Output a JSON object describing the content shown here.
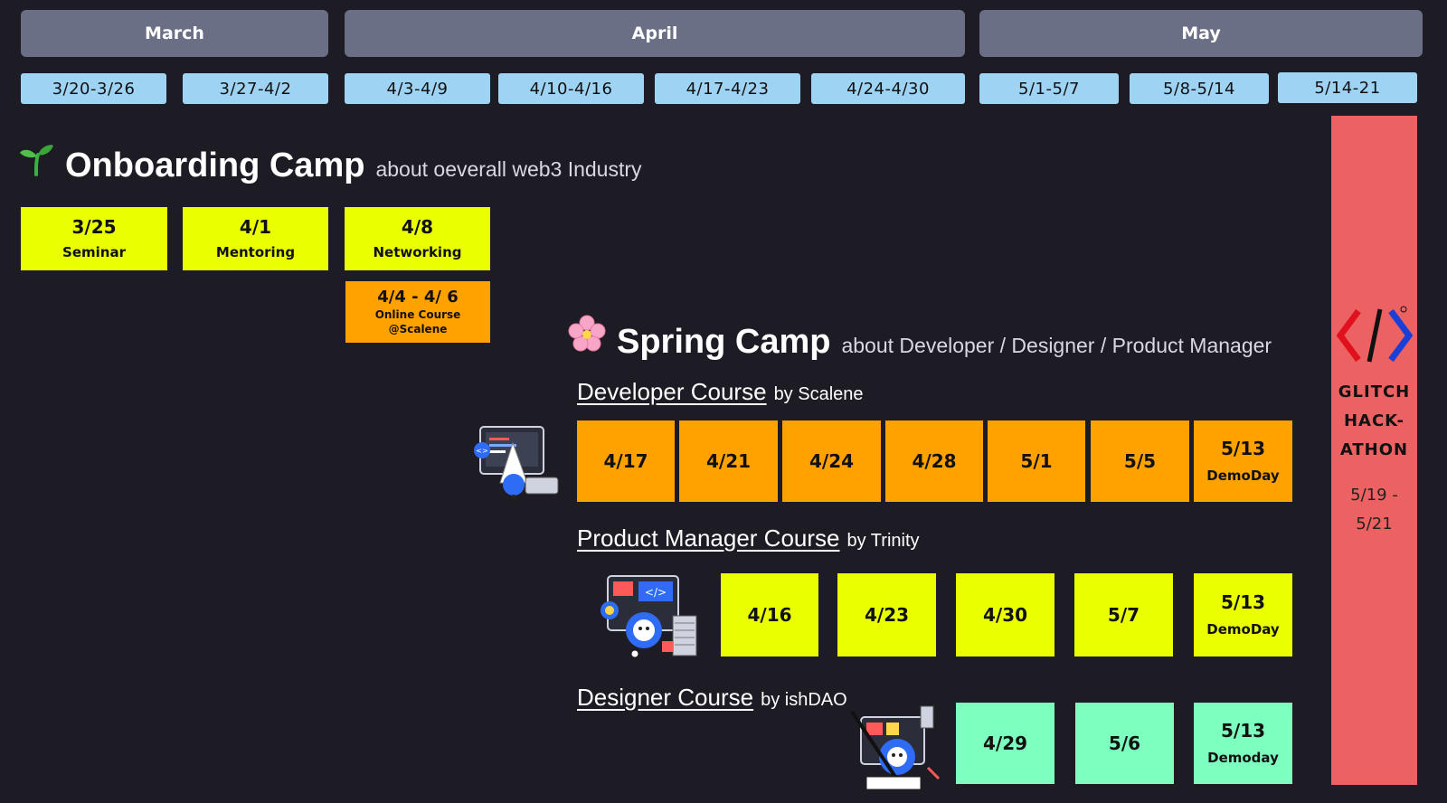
{
  "months": [
    {
      "label": "March"
    },
    {
      "label": "April"
    },
    {
      "label": "May"
    }
  ],
  "weeks": [
    "3/20-3/26",
    "3/27-4/2",
    "4/3-4/9",
    "4/10-4/16",
    "4/17-4/23",
    "4/24-4/30",
    "5/1-5/7",
    "5/8-5/14",
    "5/14-21"
  ],
  "onboarding": {
    "icon": "seedling-icon",
    "title": "Onboarding Camp",
    "subtitle": "about oeverall web3 Industry",
    "events": [
      {
        "date": "3/25",
        "label": "Seminar"
      },
      {
        "date": "4/1",
        "label": "Mentoring"
      },
      {
        "date": "4/8",
        "label": "Networking"
      }
    ],
    "online_course": {
      "date": "4/4 - 4/ 6",
      "line1": "Online Course",
      "line2": "@Scalene"
    }
  },
  "spring": {
    "icon": "cherry-blossom-icon",
    "title": "Spring Camp",
    "subtitle": "about Developer / Designer / Product Manager",
    "developer": {
      "name": "Developer Course",
      "by": "by Scalene",
      "sessions": [
        {
          "date": "4/17"
        },
        {
          "date": "4/21"
        },
        {
          "date": "4/24"
        },
        {
          "date": "4/28"
        },
        {
          "date": "5/1"
        },
        {
          "date": "5/5"
        },
        {
          "date": "5/13",
          "label": "DemoDay"
        }
      ]
    },
    "product_manager": {
      "name": "Product Manager Course",
      "by": "by Trinity",
      "sessions": [
        {
          "date": "4/16"
        },
        {
          "date": "4/23"
        },
        {
          "date": "4/30"
        },
        {
          "date": "5/7"
        },
        {
          "date": "5/13",
          "label": "DemoDay"
        }
      ]
    },
    "designer": {
      "name": "Designer Course",
      "by": "by ishDAO",
      "sessions": [
        {
          "date": "4/29"
        },
        {
          "date": "5/6"
        },
        {
          "date": "5/13",
          "label": "Demoday"
        }
      ]
    }
  },
  "hackathon": {
    "icon": "code-brackets-icon",
    "line1": "GLITCH",
    "line2": "HACK-",
    "line3": "ATHON",
    "dates1": "5/19 -",
    "dates2": "5/21"
  },
  "colors": {
    "month_bg": "#6b6f86",
    "week_bg": "#9fd3f3",
    "yellow": "#eaff00",
    "orange": "#ffa200",
    "green": "#7dffbf",
    "hackathon": "#ec6262"
  }
}
